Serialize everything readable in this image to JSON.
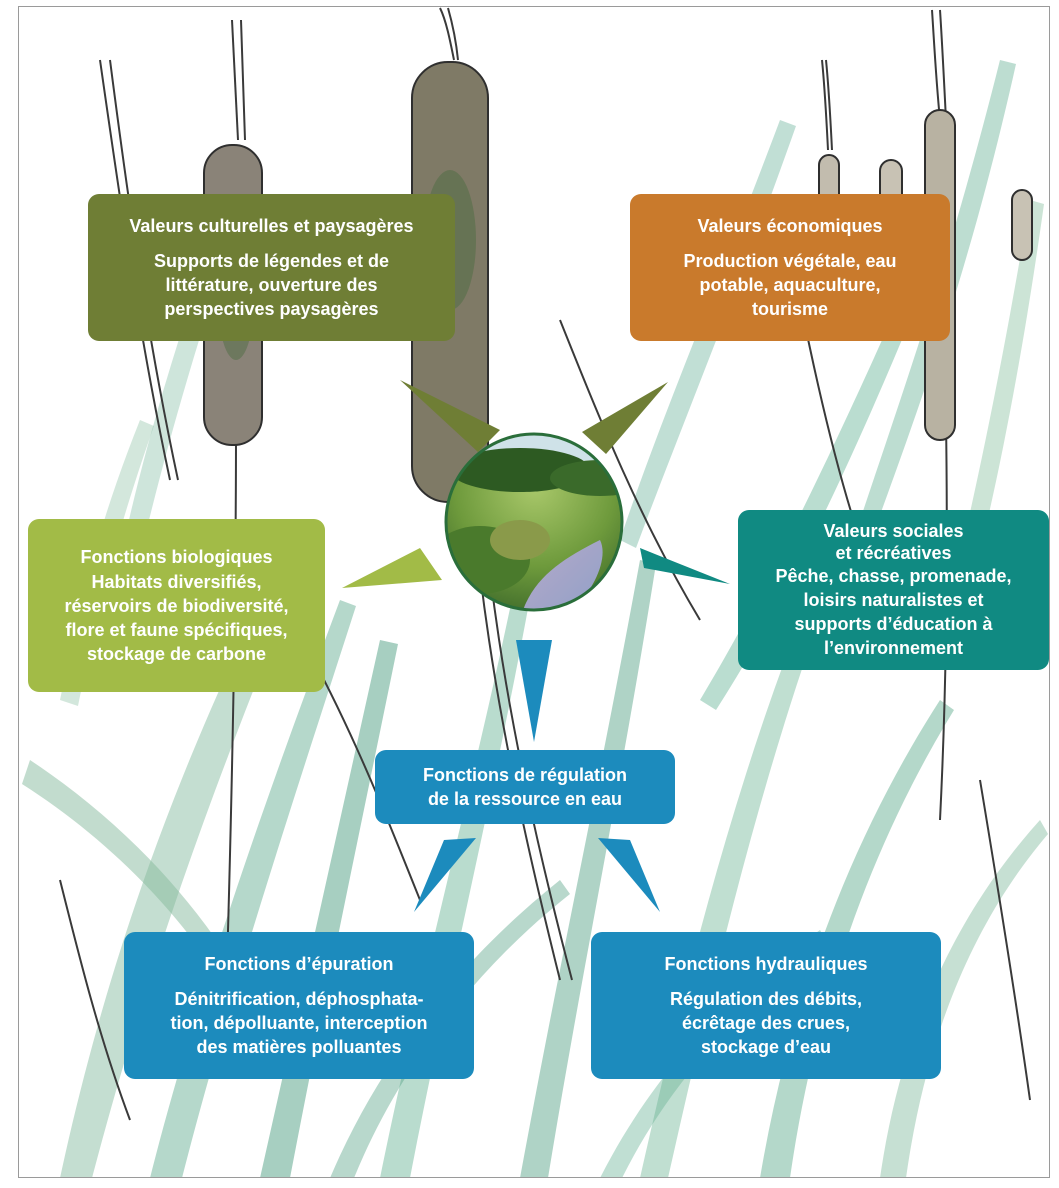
{
  "center_photo": {
    "description_icon": "wetland-photo-icon"
  },
  "colors": {
    "olive": "#6f7e35",
    "orange": "#c97a2c",
    "lime": "#a2bb47",
    "teal": "#108a82",
    "blue": "#1c8bbd"
  },
  "cultural": {
    "title": "Valeurs culturelles et paysagères",
    "lines": [
      "Supports de légendes et de",
      "littérature, ouverture des",
      "perspectives paysagères"
    ]
  },
  "economic": {
    "title": "Valeurs économiques",
    "lines": [
      "Production végétale, eau",
      "potable, aquaculture,",
      "tourisme"
    ]
  },
  "biological": {
    "title": "Fonctions biologiques",
    "lines": [
      "Habitats diversifiés,",
      "réservoirs de biodiversité,",
      "flore et faune spécifiques,",
      "stockage de carbone"
    ]
  },
  "social": {
    "title_lines": [
      "Valeurs sociales",
      "et récréatives"
    ],
    "lines": [
      "Pêche, chasse, promenade,",
      "loisirs naturalistes et",
      "supports d’éducation à",
      "l’environnement"
    ]
  },
  "regulation": {
    "title_lines": [
      "Fonctions de régulation",
      "de la ressource en eau"
    ]
  },
  "epuration": {
    "title": "Fonctions d’épuration",
    "lines": [
      "Dénitrification, déphosphata-",
      "tion, dépolluante, interception",
      "des matières polluantes"
    ]
  },
  "hydraulic": {
    "title": "Fonctions hydrauliques",
    "lines": [
      "Régulation des débits,",
      "écrêtage des crues,",
      "stockage d’eau"
    ]
  }
}
